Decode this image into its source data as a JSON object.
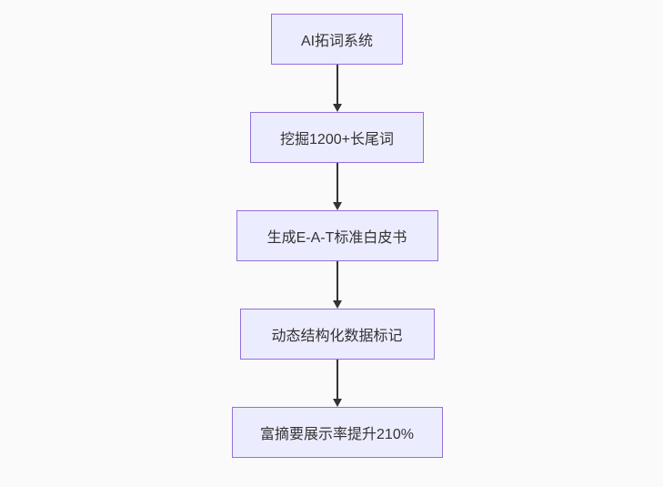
{
  "diagram": {
    "type": "flowchart",
    "direction": "top-down",
    "nodes": [
      {
        "id": "A",
        "label": "AI拓词系统"
      },
      {
        "id": "B",
        "label": "挖掘1200+长尾词"
      },
      {
        "id": "C",
        "label": "生成E-A-T标准白皮书"
      },
      {
        "id": "D",
        "label": "动态结构化数据标记"
      },
      {
        "id": "E",
        "label": "富摘要展示率提升210%"
      }
    ],
    "edges": [
      {
        "from": "A",
        "to": "B",
        "arrow": "solid-triangle"
      },
      {
        "from": "B",
        "to": "C",
        "arrow": "solid-triangle"
      },
      {
        "from": "C",
        "to": "D",
        "arrow": "solid-triangle"
      },
      {
        "from": "D",
        "to": "E",
        "arrow": "solid-triangle"
      }
    ],
    "colors": {
      "background": "#fafafa",
      "node_fill": "#ececff",
      "node_border": "#9370db",
      "node_text": "#333333",
      "arrow": "#333333"
    }
  }
}
